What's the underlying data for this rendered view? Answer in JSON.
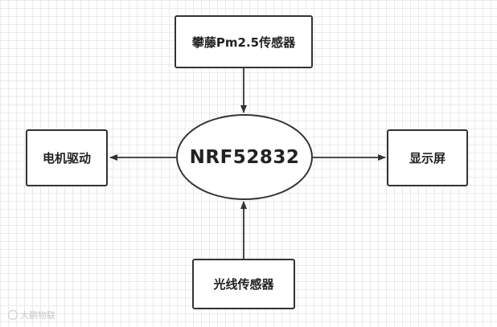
{
  "diagram": {
    "nodes": {
      "top": "攀藤Pm2.5传感器",
      "center": "NRF52832",
      "left": "电机驱动",
      "right": "显示屏",
      "bottom": "光线传感器"
    },
    "edges": [
      {
        "from": "top",
        "to": "center"
      },
      {
        "from": "center",
        "to": "left"
      },
      {
        "from": "center",
        "to": "right"
      },
      {
        "from": "bottom",
        "to": "center"
      }
    ]
  },
  "watermark": {
    "icon": "watermark-logo-icon",
    "text": "大鹏物联"
  },
  "colors": {
    "stroke": "#333333",
    "grid": "#eaeaea",
    "watermark": "#c9c9c9"
  }
}
